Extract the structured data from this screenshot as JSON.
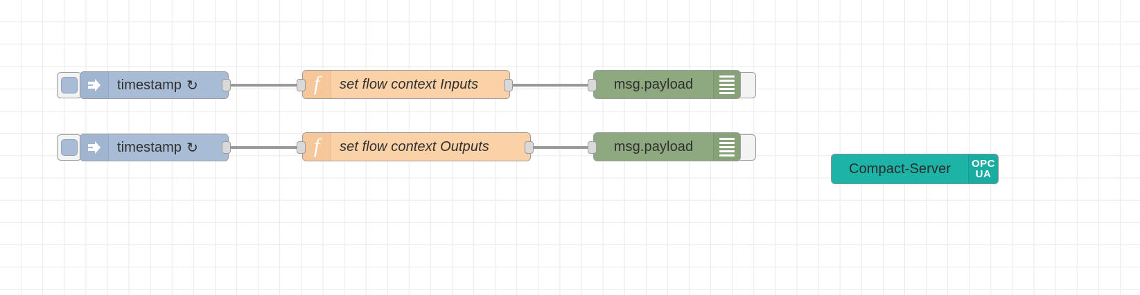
{
  "editor": {
    "name": "node-red-flow-canvas",
    "background": "#ffffff",
    "grid_color": "#e9e9e9"
  },
  "colors": {
    "inject": "#a9bcd5",
    "function": "#fbd2a7",
    "debug": "#8ea97f",
    "opcua": "#1db3a6",
    "wire": "#9a9a9a",
    "port": "#d9d9d9"
  },
  "flows": [
    {
      "id": "row-1",
      "inject": {
        "label": "timestamp",
        "repeat_glyph": "↻",
        "icon": "inject-arrow-icon"
      },
      "function": {
        "label": "set flow context Inputs",
        "icon": "function-f-icon"
      },
      "debug": {
        "label": "msg.payload",
        "icon": "debug-lines-icon"
      }
    },
    {
      "id": "row-2",
      "inject": {
        "label": "timestamp",
        "repeat_glyph": "↻",
        "icon": "inject-arrow-icon"
      },
      "function": {
        "label": "set flow context Outputs",
        "icon": "function-f-icon"
      },
      "debug": {
        "label": "msg.payload",
        "icon": "debug-lines-icon"
      }
    }
  ],
  "opcua_server": {
    "label": "Compact-Server",
    "badge_line1": "OPC",
    "badge_line2": "UA"
  }
}
